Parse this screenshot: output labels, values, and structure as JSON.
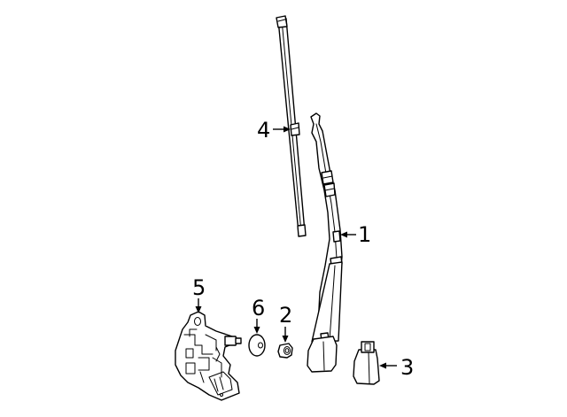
{
  "diagram": {
    "background": "#ffffff",
    "line_color": "#000000",
    "callouts": [
      {
        "id": "callout-1",
        "label": "1",
        "part": "wiper-arm"
      },
      {
        "id": "callout-2",
        "label": "2",
        "part": "nut"
      },
      {
        "id": "callout-3",
        "label": "3",
        "part": "arm-cap"
      },
      {
        "id": "callout-4",
        "label": "4",
        "part": "wiper-blade"
      },
      {
        "id": "callout-5",
        "label": "5",
        "part": "wiper-motor"
      },
      {
        "id": "callout-6",
        "label": "6",
        "part": "grommet"
      }
    ]
  }
}
